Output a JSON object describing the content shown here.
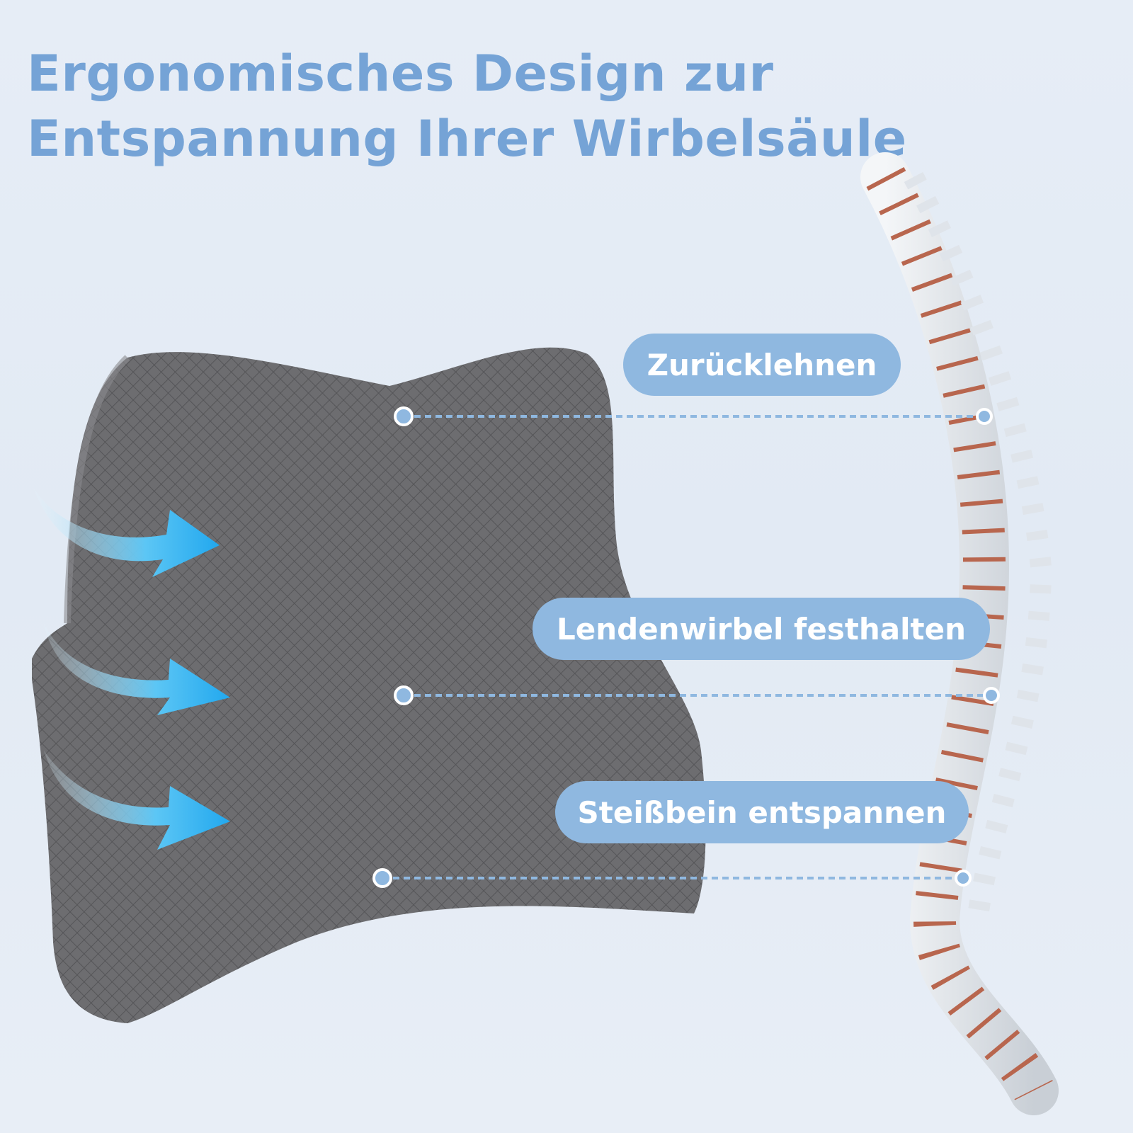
{
  "title": {
    "line1": "Ergonomisches Design zur",
    "line2": "Entspannung Ihrer Wirbelsäule"
  },
  "labels": [
    {
      "text": "Zurücklehnen"
    },
    {
      "text": "Lendenwirbel festhalten"
    },
    {
      "text": "Steißbein entspannen"
    }
  ],
  "colors": {
    "title": "#75a3d6",
    "label_bg": "#8fb8e0",
    "arrow": "#3bb5f0",
    "pillow": "#6b6b6e"
  }
}
